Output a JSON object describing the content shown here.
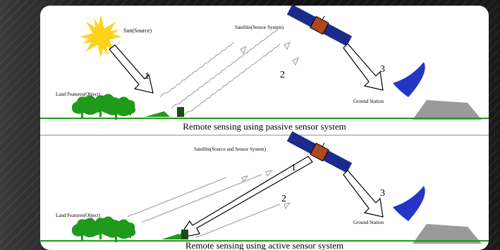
{
  "passive": {
    "sun_label": "Sun(Source)",
    "satellite_label": "Satellite(Sensor System)",
    "land_label": "Land Features(Object)",
    "ground_label": "Ground Station",
    "arrow_numbers": [
      "1",
      "2",
      "3"
    ],
    "caption": "Remote sensing using passive sensor system"
  },
  "active": {
    "satellite_label": "Satellite(Source and Sensor System)",
    "land_label": "Land Features(Object)",
    "ground_label": "Ground Station",
    "arrow_numbers": [
      "1",
      "2",
      "3"
    ],
    "caption": "Remote sensing using active sensor system"
  },
  "colors": {
    "sun": "#ffd21a",
    "satellite_body": "#1c2a8c",
    "satellite_core": "#b0481c",
    "dish": "#2535c8",
    "ground_station": "#9a9a9a",
    "vegetation": "#1f9a1a"
  }
}
